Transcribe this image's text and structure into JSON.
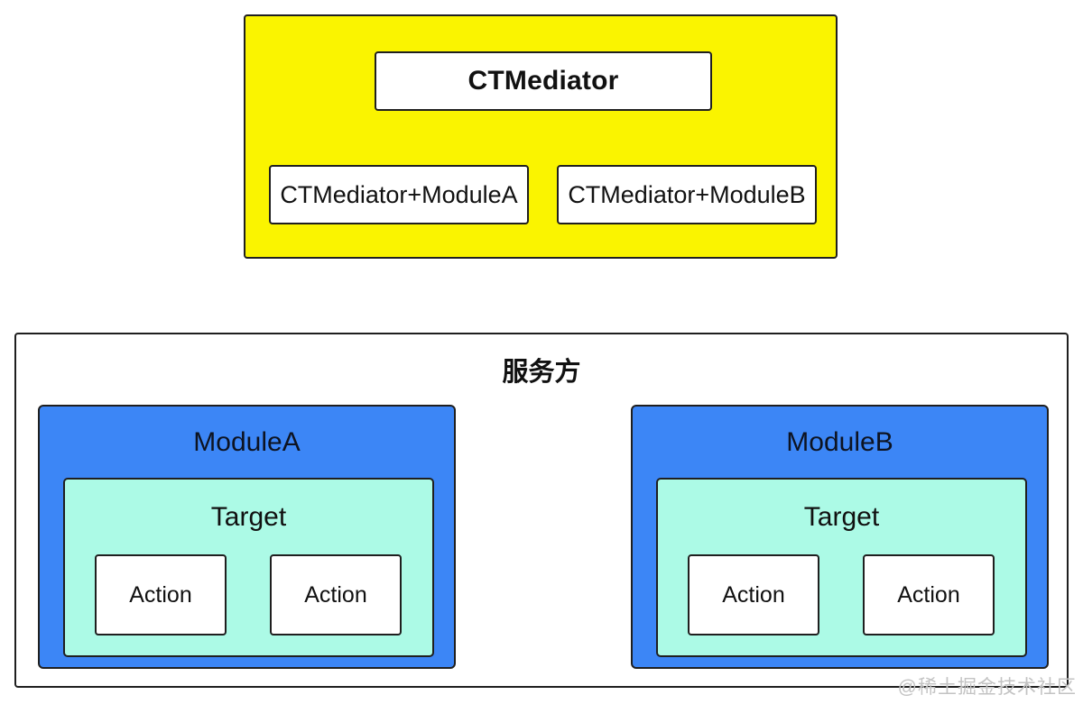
{
  "colors": {
    "yellow": "#FAF400",
    "blue": "#3C86F6",
    "mint": "#ACFAE6",
    "border": "#1F1F1F",
    "watermark": "#C3C3C3"
  },
  "mediator_group": {
    "title": "CTMediator",
    "extensions": [
      {
        "label": "CTMediator+ModuleA"
      },
      {
        "label": "CTMediator+ModuleB"
      }
    ]
  },
  "service_group": {
    "title": "服务方",
    "modules": [
      {
        "name": "ModuleA",
        "target": {
          "name": "Target",
          "actions": [
            {
              "label": "Action"
            },
            {
              "label": "Action"
            }
          ]
        }
      },
      {
        "name": "ModuleB",
        "target": {
          "name": "Target",
          "actions": [
            {
              "label": "Action"
            },
            {
              "label": "Action"
            }
          ]
        }
      }
    ]
  },
  "watermark": {
    "text": "@稀土掘金技术社区"
  }
}
